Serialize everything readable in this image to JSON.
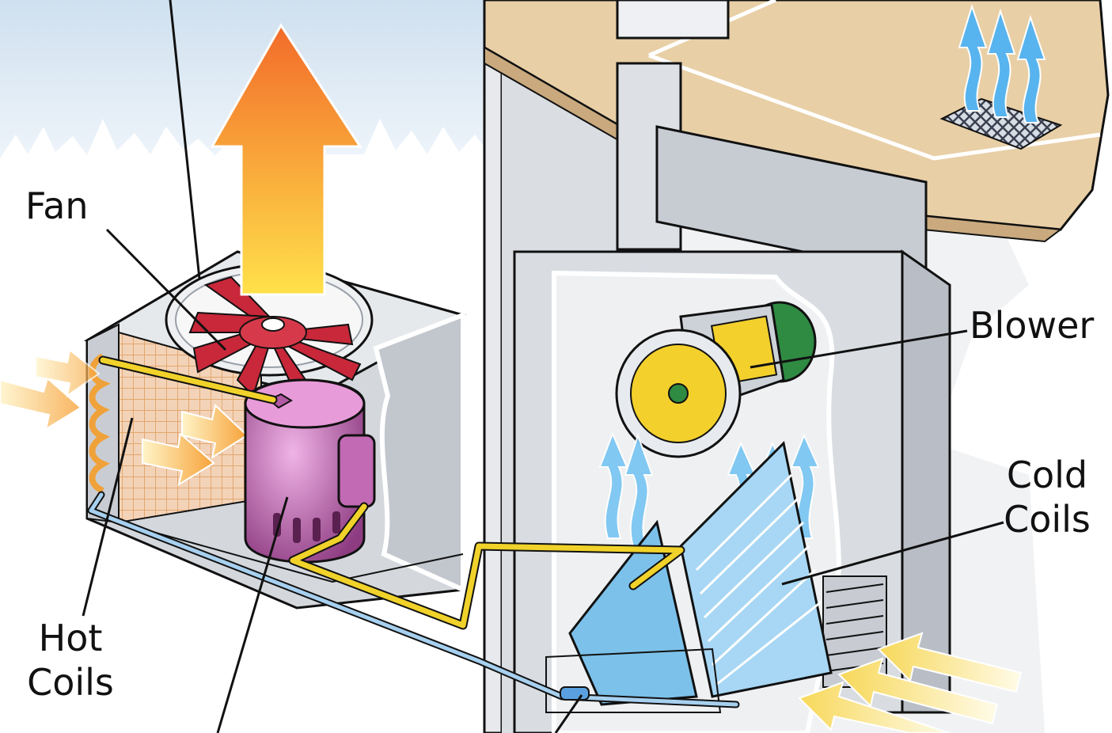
{
  "labels": {
    "fan": "Fan",
    "blower": "Blower",
    "cold_coils": [
      "Cold",
      "Coils"
    ],
    "hot_coils": [
      "Hot",
      "Coils"
    ]
  },
  "colors": {
    "ink": "#111111",
    "sky": "#dfeaf4",
    "hot_arrow_top": "#f26b2a",
    "hot_arrow_bottom": "#ffe14a",
    "cold_air": "#58b4ee",
    "compressor": "#b35aa4",
    "fan_blades": "#c8283a",
    "blower_yellow": "#f3d02c",
    "blower_green": "#2f8a42",
    "refrigerant_line": "#f0d22a",
    "coil_blue": "#7cc1ea",
    "floor_wood": "#e8cfa6"
  }
}
